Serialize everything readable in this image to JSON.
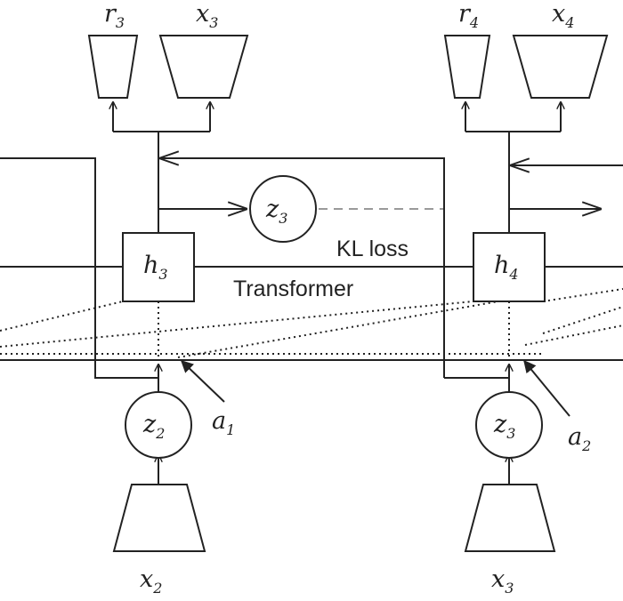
{
  "decoders_top": [
    {
      "reward_var": "r",
      "reward_sub": "3",
      "obs_var": "x",
      "obs_sub": "3"
    },
    {
      "reward_var": "r",
      "reward_sub": "4",
      "obs_var": "x",
      "obs_sub": "4"
    }
  ],
  "hidden_states": [
    {
      "var": "h",
      "sub": "3"
    },
    {
      "var": "h",
      "sub": "4"
    }
  ],
  "latents_bottom": [
    {
      "var": "z",
      "sub": "2"
    },
    {
      "var": "z",
      "sub": "3"
    }
  ],
  "posterior_latent": {
    "var": "z",
    "sub": "3"
  },
  "inputs_bottom": [
    {
      "var": "x",
      "sub": "2"
    },
    {
      "var": "x",
      "sub": "3"
    }
  ],
  "actions": [
    {
      "var": "a",
      "sub": "1"
    },
    {
      "var": "a",
      "sub": "2"
    }
  ],
  "labels": {
    "kl_loss": "KL loss",
    "transformer": "Transformer"
  },
  "colors": {
    "line": "#222222",
    "kl_dashed_line": "#9a9a9a"
  }
}
